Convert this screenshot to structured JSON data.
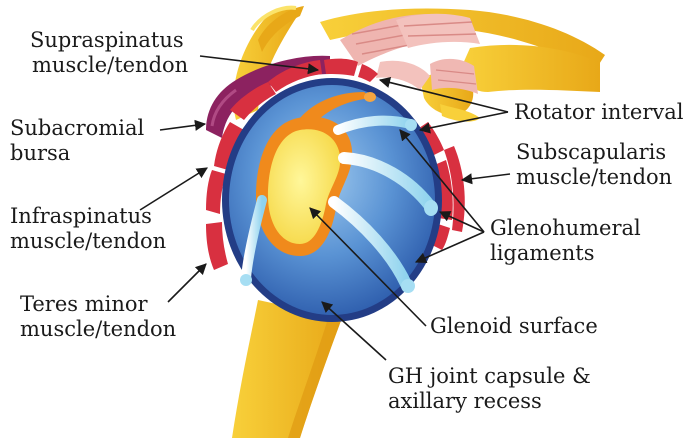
{
  "labels": {
    "supraspinatus": [
      "Supraspinatus",
      "muscle/tendon"
    ],
    "subacromial": [
      "Subacromial",
      "bursa"
    ],
    "infraspinatus": [
      "Infraspinatus",
      "muscle/tendon"
    ],
    "teres_minor": [
      "Teres minor",
      "muscle/tendon"
    ],
    "rotator_interval": [
      "Rotator interval"
    ],
    "subscapularis": [
      "Subscapularis",
      "muscle/tendon"
    ],
    "glenohumeral": [
      "Glenohumeral",
      "ligaments"
    ],
    "glenoid_surface": [
      "Glenoid surface"
    ],
    "capsule": [
      "GH joint capsule &",
      "axillary recess"
    ]
  },
  "colors": {
    "bone": "#f5c22e",
    "bone_shade": "#e6a214",
    "muscle_red": "#d83040",
    "bursa_purple": "#8c2260",
    "capsule_blue": "#3f78c2",
    "capsule_rim": "#233d86",
    "cartilage_orange": "#f08a1c",
    "glenoid_yellow": "#fbe96a",
    "ligament_light": "#c8ecf7",
    "acromion_pink": "#efb5b0"
  },
  "icons": [
    "shoulder-anatomy-illustration"
  ]
}
